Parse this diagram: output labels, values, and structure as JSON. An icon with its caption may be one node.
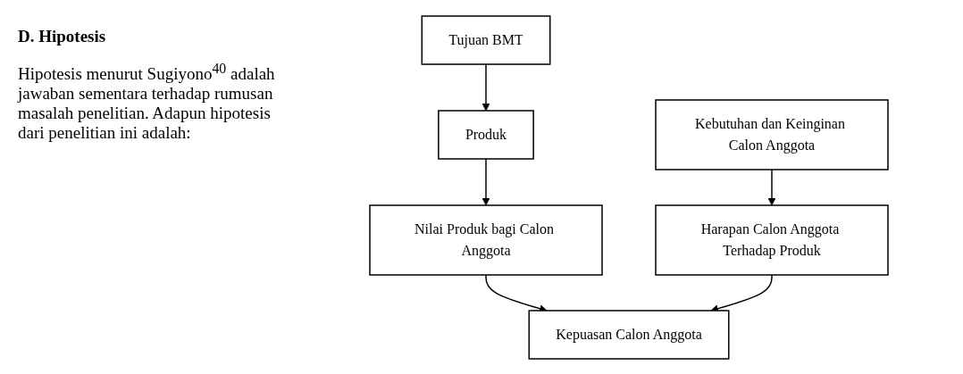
{
  "diagram": {
    "nodes": [
      {
        "text": [
          "Tujuan BMT"
        ]
      },
      {
        "text": [
          "Produk"
        ]
      },
      {
        "text": [
          "Nilai Produk bagi Calon Anggota"
        ]
      },
      {
        "text": [
          "Kebutuhan dan Keinginan Calon Anggota"
        ]
      },
      {
        "text": [
          "Harapan Calon Anggota Terhadap Produk"
        ]
      },
      {
        "text": [
          "Kepuasan Calon Anggota"
        ]
      }
    ],
    "edges": [
      {
        "from": 0,
        "to": 1,
        "arrow": "to"
      },
      {
        "from": 1,
        "to": 2,
        "arrow": "to"
      },
      {
        "from": 3,
        "to": 4,
        "arrow": "to"
      },
      {
        "from": 2,
        "to": 5,
        "arrow": "to"
      },
      {
        "from": 4,
        "to": 5,
        "arrow": "to"
      }
    ],
    "labels": [
      "D. Hipotesis",
      "Hipotesis menurut Sugiyono$^{40}$ adalah jawaban sementara terhadap rumusan masalah penelitian. Adapun hipotesis dari penelitian ini adalah:"
    ]
  }
}
